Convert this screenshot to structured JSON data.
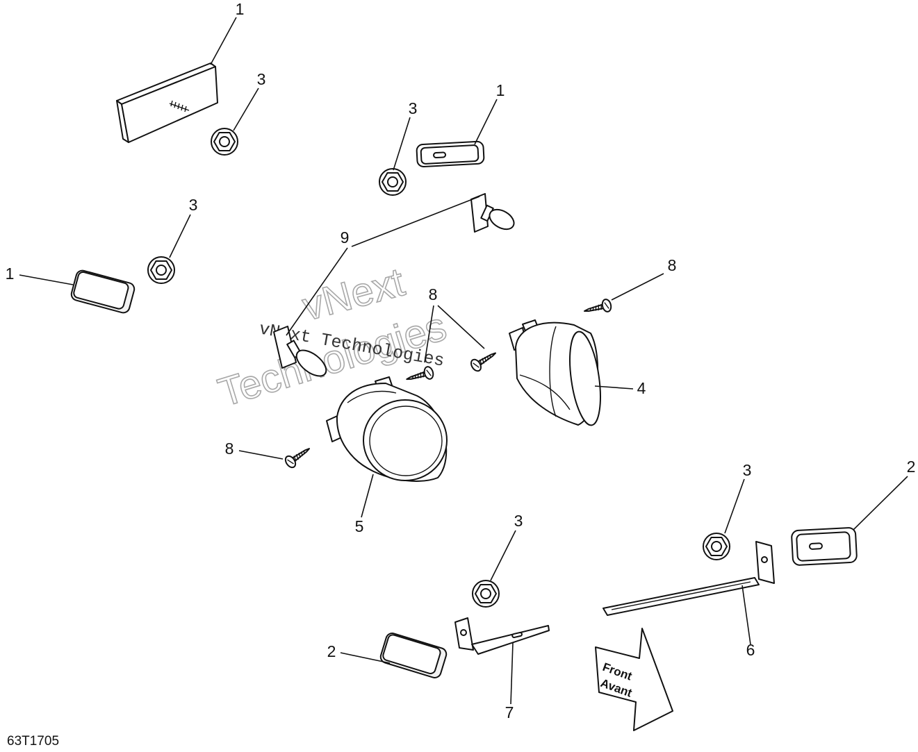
{
  "diagram": {
    "callouts": [
      "1",
      "3",
      "1",
      "3",
      "3",
      "1",
      "9",
      "8",
      "8",
      "4",
      "8",
      "5",
      "3",
      "2",
      "3",
      "2",
      "6",
      "7"
    ],
    "direction_arrow": {
      "line1": "Front",
      "line2": "Avant"
    },
    "figure_id": "63T1705",
    "watermark": {
      "word1": "vNext",
      "word2": "Technologies",
      "small": "vNext Technologies"
    }
  }
}
